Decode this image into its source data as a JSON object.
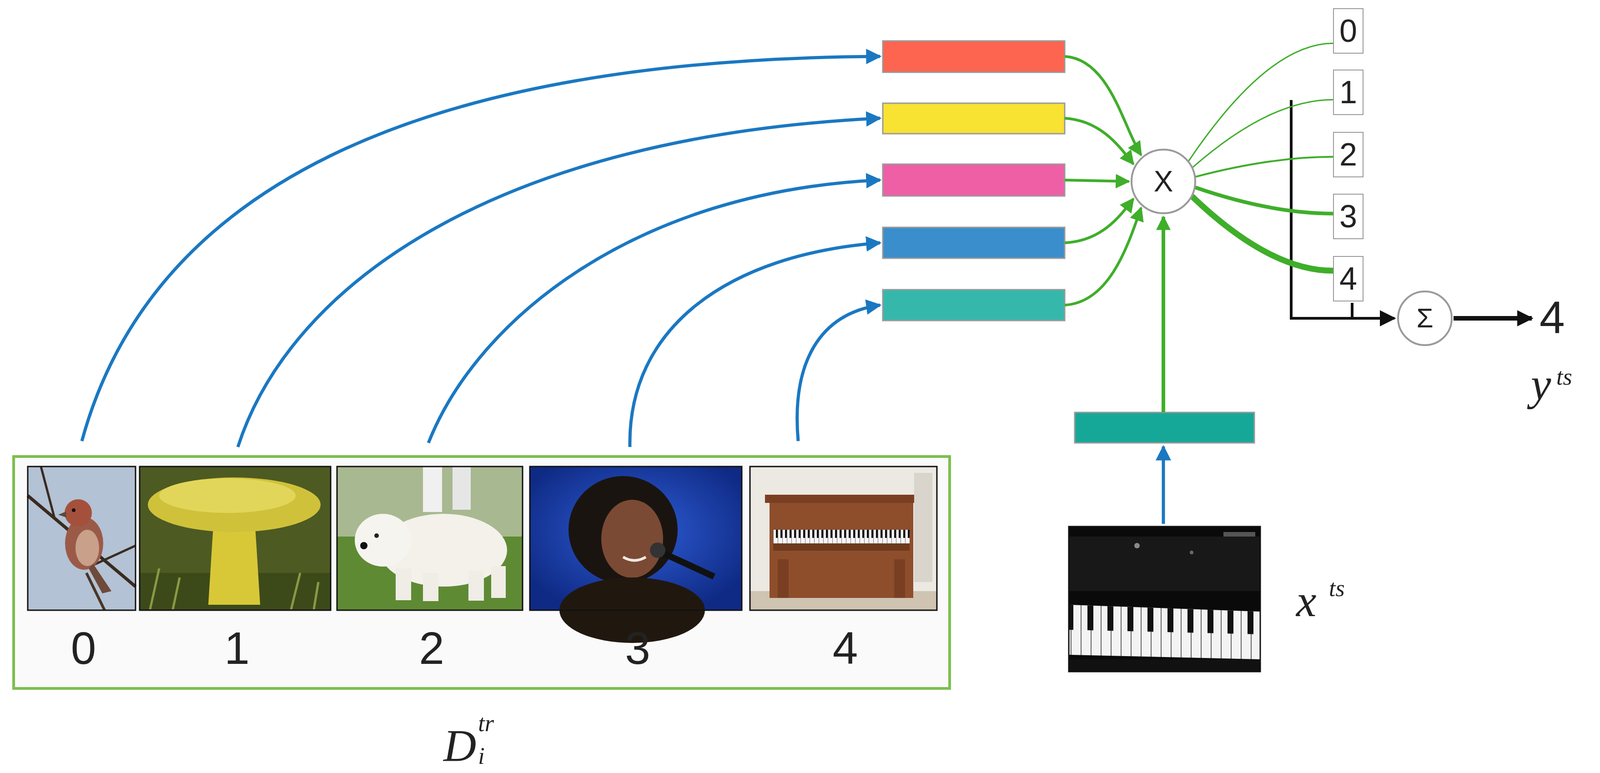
{
  "diagram": {
    "nodes": [
      {
        "text": [
          "D",
          "i",
          "tr"
        ]
      },
      {
        "text": [
          "0"
        ],
        "in": 0
      },
      {
        "text": [
          "1"
        ],
        "in": 0
      },
      {
        "text": [
          "2"
        ],
        "in": 0
      },
      {
        "text": [
          "3"
        ],
        "in": 0
      },
      {
        "text": [
          "4"
        ],
        "in": 0
      },
      {
        "text": [
          "X"
        ]
      },
      {
        "text": [
          "0"
        ]
      },
      {
        "text": [
          "1"
        ]
      },
      {
        "text": [
          "2"
        ]
      },
      {
        "text": [
          "3"
        ]
      },
      {
        "text": [
          "4"
        ]
      },
      {
        "text": [
          "Σ"
        ]
      }
    ],
    "edges": [
      {
        "from": 6,
        "to": 7,
        "arrow": "none"
      },
      {
        "from": 6,
        "to": 8,
        "arrow": "none"
      },
      {
        "from": 6,
        "to": 9,
        "arrow": "none"
      },
      {
        "from": 6,
        "to": 10,
        "arrow": "none"
      },
      {
        "from": 6,
        "to": 11,
        "arrow": "none"
      }
    ],
    "labels": [
      "x",
      "ts",
      "4",
      "y",
      "ts"
    ]
  }
}
